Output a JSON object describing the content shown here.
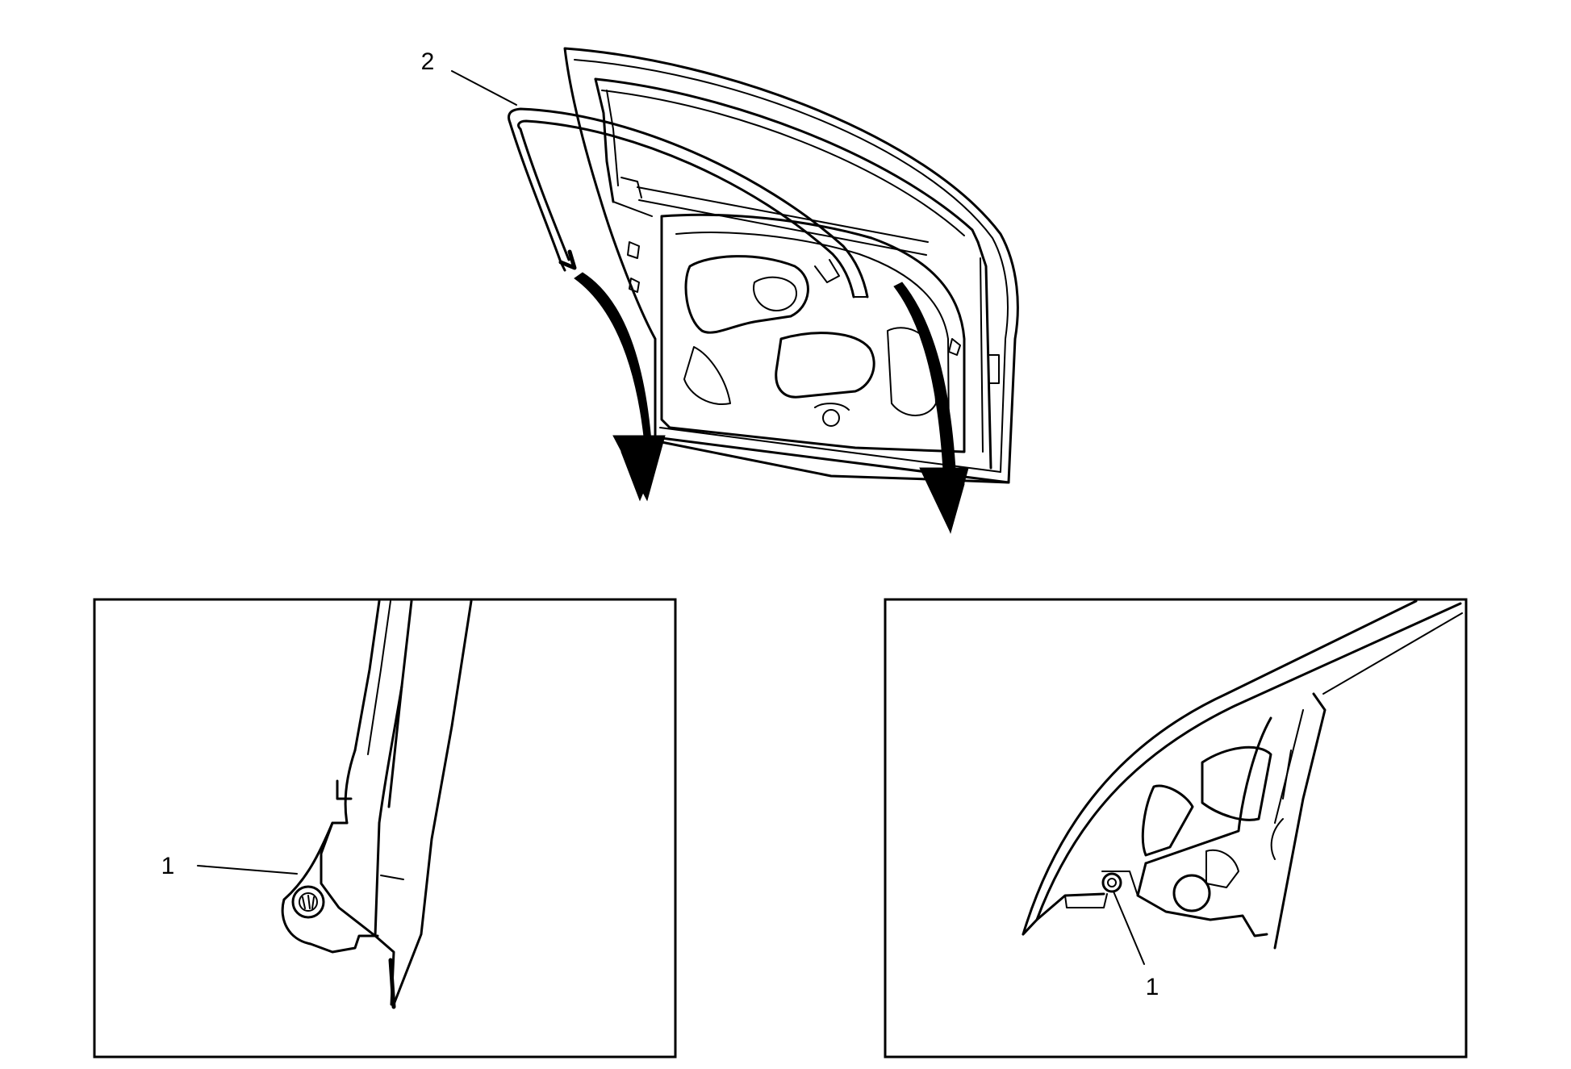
{
  "callouts": {
    "weatherstrip": "2",
    "fastener_left": "1",
    "fastener_right": "1"
  },
  "colors": {
    "line": "#000000",
    "background": "#ffffff"
  }
}
